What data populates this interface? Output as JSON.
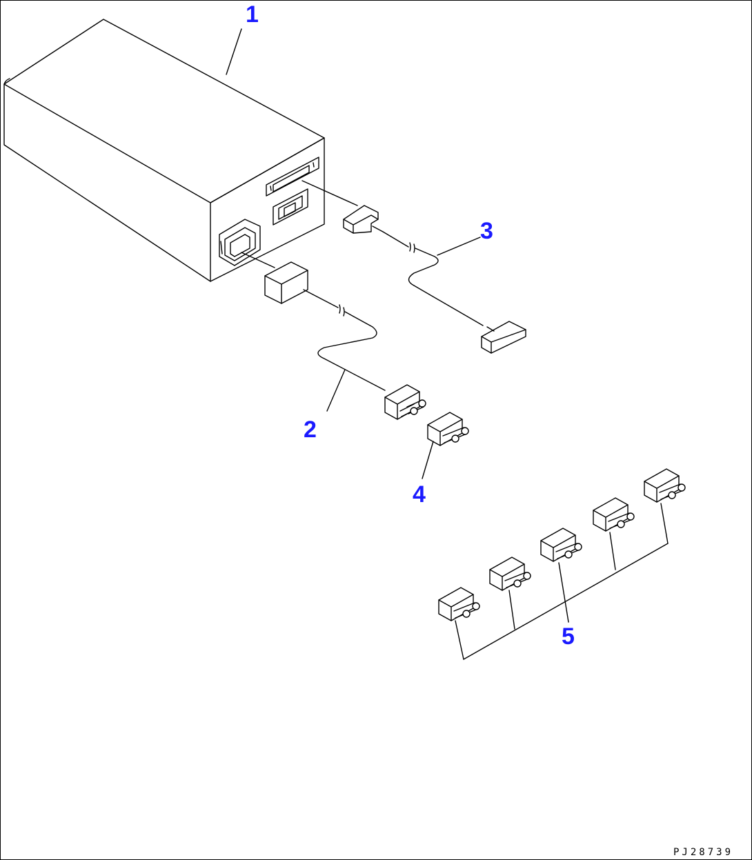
{
  "callouts": [
    {
      "id": "1",
      "label": "1"
    },
    {
      "id": "2",
      "label": "2"
    },
    {
      "id": "3",
      "label": "3"
    },
    {
      "id": "4",
      "label": "4"
    },
    {
      "id": "5",
      "label": "5"
    }
  ],
  "drawing_code": "PJ28739",
  "colors": {
    "callout": "#1a1aff",
    "line": "#000000",
    "background": "#ffffff"
  }
}
